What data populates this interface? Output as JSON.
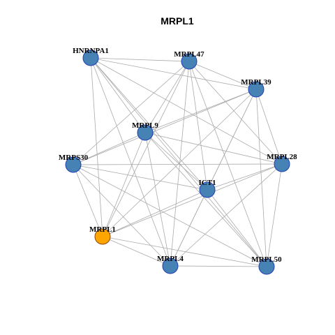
{
  "title": "MRPL1",
  "colors": {
    "node_default": "#4682b4",
    "node_focus": "#ffa500",
    "edge": "#aaaaaa"
  },
  "nodes": [
    {
      "id": "HNRNPA1",
      "label": "HNRNPA1",
      "focus": false
    },
    {
      "id": "MRPL47",
      "label": "MRPL47",
      "focus": false
    },
    {
      "id": "MRPL39",
      "label": "MRPL39",
      "focus": false
    },
    {
      "id": "MRPL9",
      "label": "MRPL9",
      "focus": false
    },
    {
      "id": "MRPS30",
      "label": "MRPS30",
      "focus": false
    },
    {
      "id": "MRPL28",
      "label": "MRPL28",
      "focus": false
    },
    {
      "id": "ICT1",
      "label": "ICT1",
      "focus": false
    },
    {
      "id": "MRPL1",
      "label": "MRPL1",
      "focus": true
    },
    {
      "id": "MRPL4",
      "label": "MRPL4",
      "focus": false
    },
    {
      "id": "MRPL50",
      "label": "MRPL50",
      "focus": false
    }
  ],
  "edges": [
    [
      "HNRNPA1",
      "MRPL47"
    ],
    [
      "HNRNPA1",
      "MRPL39"
    ],
    [
      "HNRNPA1",
      "MRPL9"
    ],
    [
      "HNRNPA1",
      "MRPL1"
    ],
    [
      "HNRNPA1",
      "MRPL4"
    ],
    [
      "HNRNPA1",
      "ICT1"
    ],
    [
      "HNRNPA1",
      "MRPL50"
    ],
    [
      "HNRNPA1",
      "MRPL28"
    ],
    [
      "MRPL47",
      "MRPL39"
    ],
    [
      "MRPL47",
      "MRPS30"
    ],
    [
      "MRPL47",
      "MRPL9"
    ],
    [
      "MRPL47",
      "MRPL28"
    ],
    [
      "MRPL47",
      "ICT1"
    ],
    [
      "MRPL47",
      "MRPL1"
    ],
    [
      "MRPL47",
      "MRPL4"
    ],
    [
      "MRPL47",
      "MRPL50"
    ],
    [
      "MRPL39",
      "MRPL9"
    ],
    [
      "MRPL39",
      "MRPS30"
    ],
    [
      "MRPL39",
      "ICT1"
    ],
    [
      "MRPL39",
      "MRPL1"
    ],
    [
      "MRPL39",
      "MRPL4"
    ],
    [
      "MRPL39",
      "MRPL50"
    ],
    [
      "MRPL39",
      "MRPL28"
    ],
    [
      "MRPL9",
      "MRPS30"
    ],
    [
      "MRPL9",
      "MRPL28"
    ],
    [
      "MRPL9",
      "ICT1"
    ],
    [
      "MRPL9",
      "MRPL1"
    ],
    [
      "MRPL9",
      "MRPL4"
    ],
    [
      "MRPL9",
      "MRPL50"
    ],
    [
      "MRPS30",
      "MRPL28"
    ],
    [
      "MRPS30",
      "ICT1"
    ],
    [
      "MRPS30",
      "MRPL1"
    ],
    [
      "MRPS30",
      "MRPL4"
    ],
    [
      "MRPS30",
      "MRPL50"
    ],
    [
      "MRPL28",
      "ICT1"
    ],
    [
      "MRPL28",
      "MRPL1"
    ],
    [
      "MRPL28",
      "MRPL4"
    ],
    [
      "MRPL28",
      "MRPL50"
    ],
    [
      "ICT1",
      "MRPL1"
    ],
    [
      "ICT1",
      "MRPL4"
    ],
    [
      "ICT1",
      "MRPL50"
    ],
    [
      "MRPL1",
      "MRPL4"
    ],
    [
      "MRPL1",
      "MRPL50"
    ],
    [
      "MRPL4",
      "MRPL50"
    ]
  ]
}
